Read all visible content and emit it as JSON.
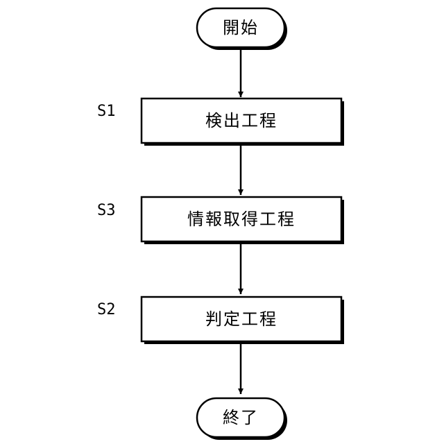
{
  "flowchart": {
    "start": {
      "label": "開始"
    },
    "steps": [
      {
        "code": "S1",
        "label": "検出工程"
      },
      {
        "code": "S3",
        "label": "情報取得工程"
      },
      {
        "code": "S2",
        "label": "判定工程"
      }
    ],
    "end": {
      "label": "終了"
    }
  }
}
